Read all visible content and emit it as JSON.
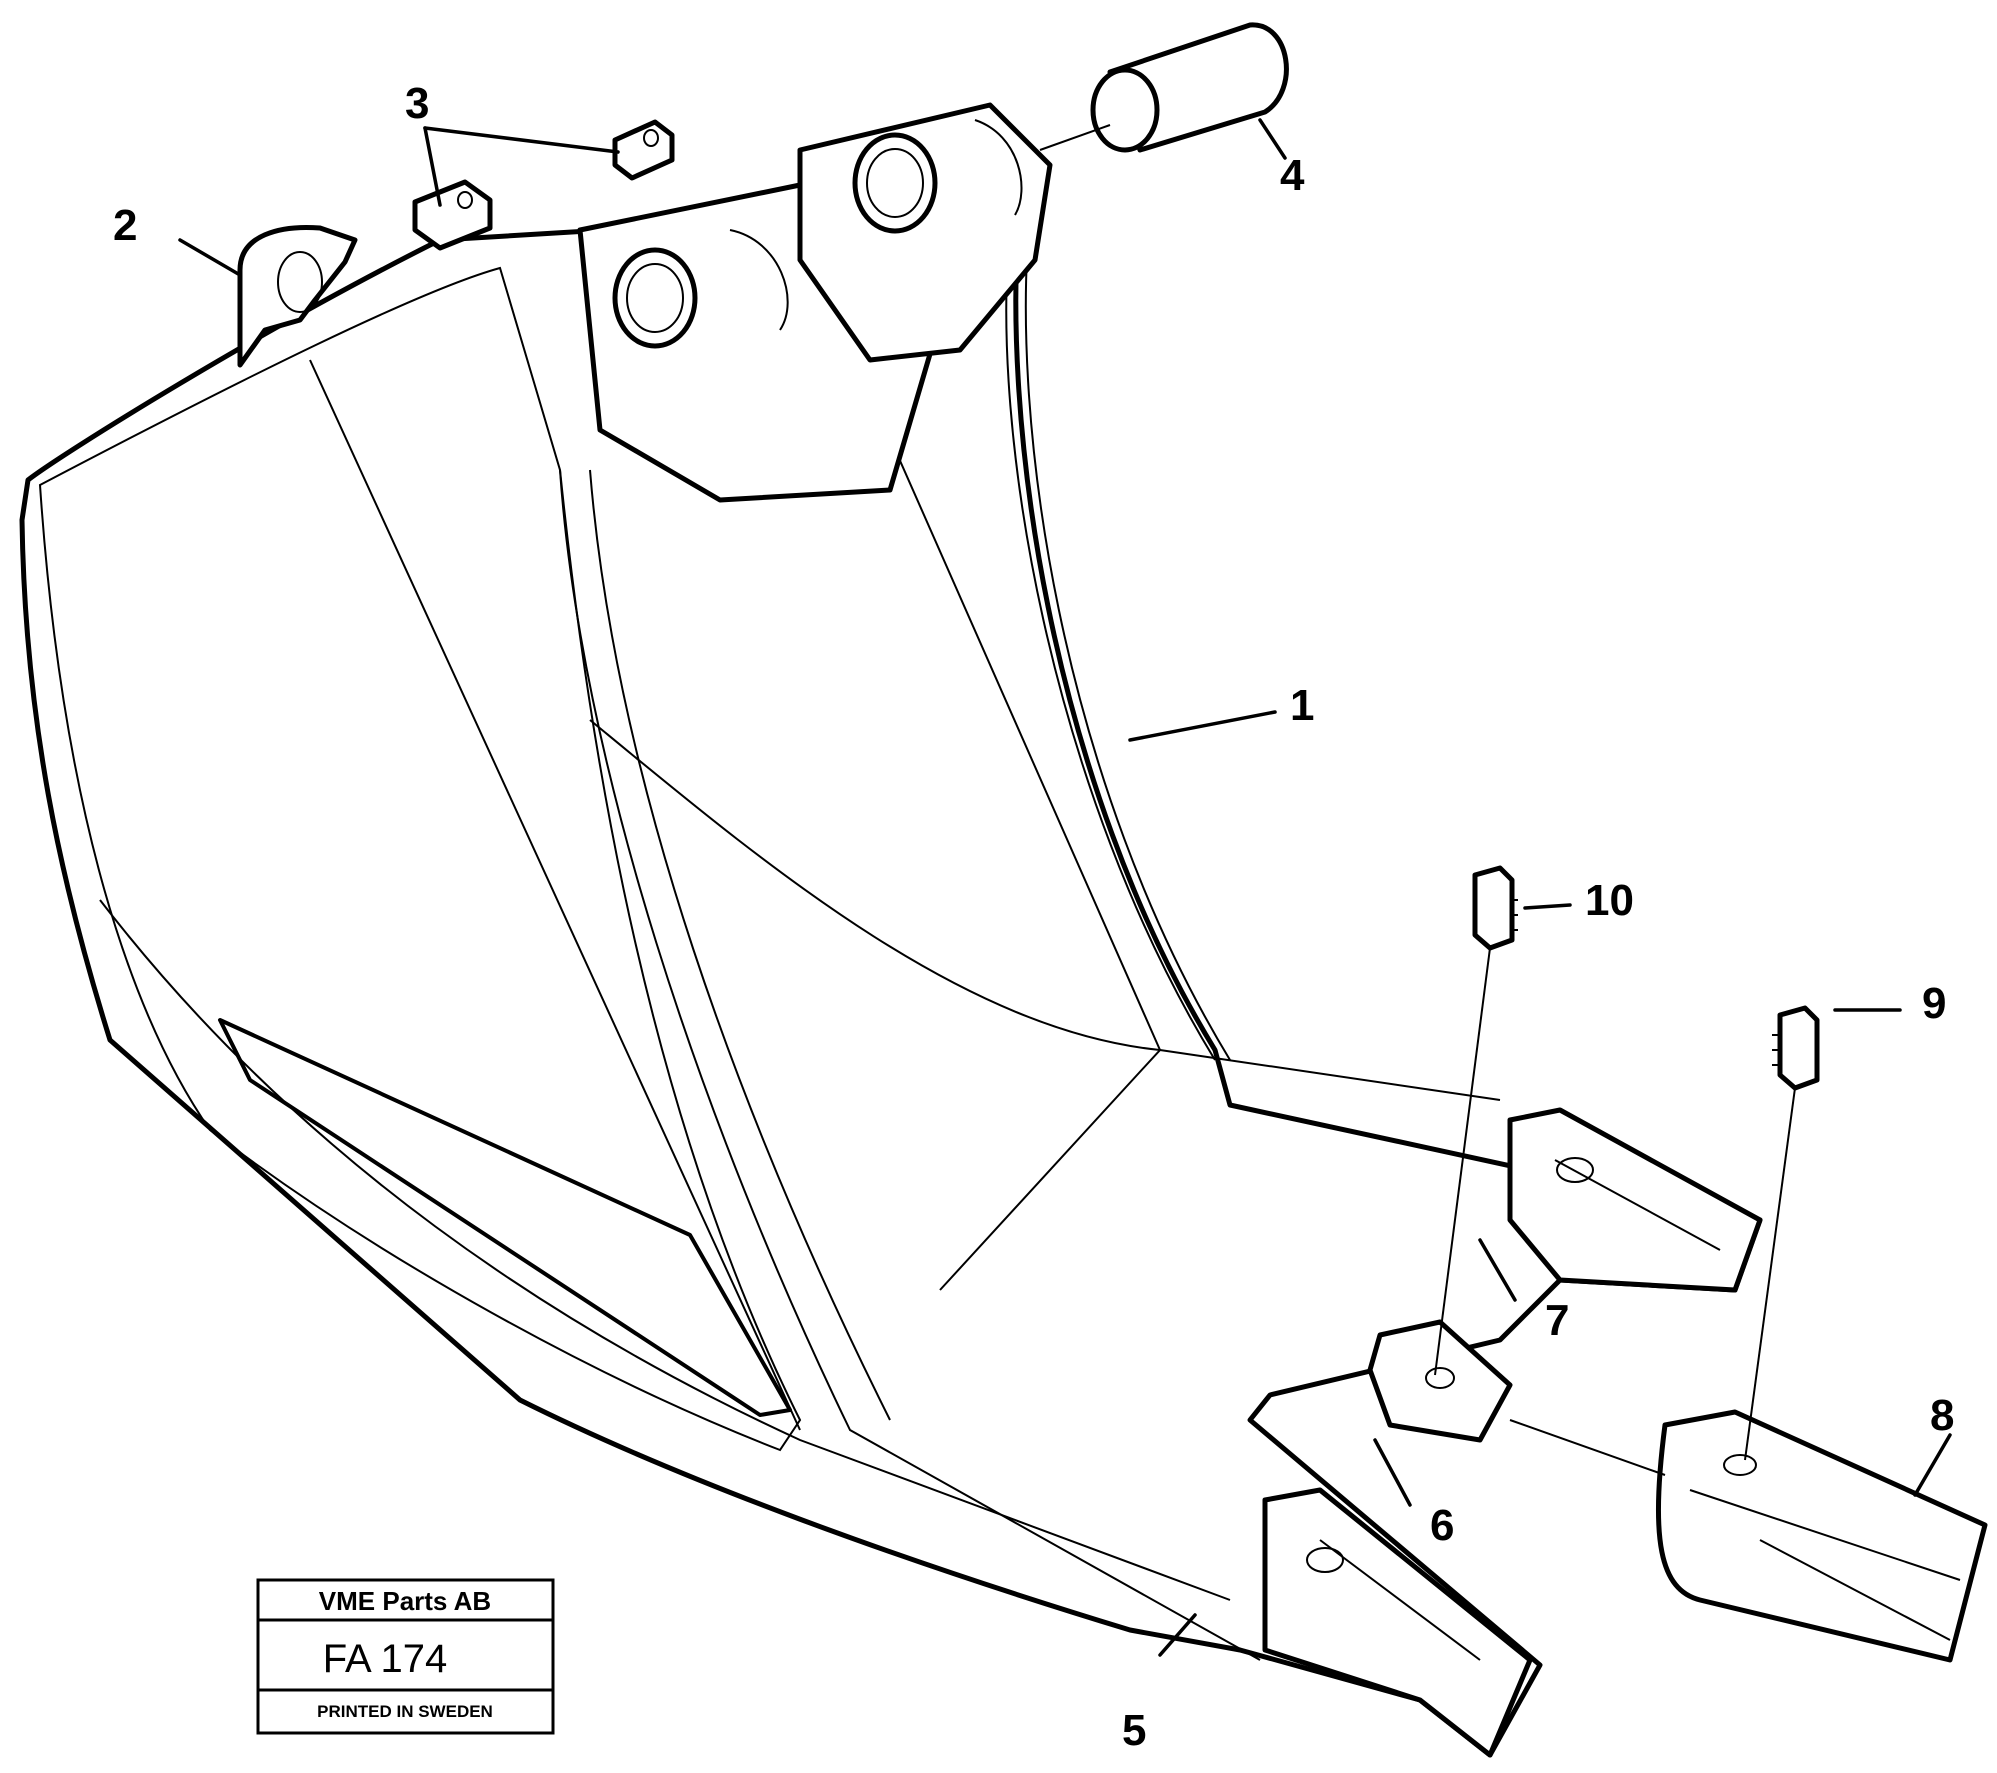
{
  "callouts": [
    {
      "id": "1",
      "label": "1"
    },
    {
      "id": "2",
      "label": "2"
    },
    {
      "id": "3",
      "label": "3"
    },
    {
      "id": "4",
      "label": "4"
    },
    {
      "id": "5",
      "label": "5"
    },
    {
      "id": "6",
      "label": "6"
    },
    {
      "id": "7",
      "label": "7"
    },
    {
      "id": "8",
      "label": "8"
    },
    {
      "id": "9",
      "label": "9"
    },
    {
      "id": "10",
      "label": "10"
    }
  ],
  "stamp": {
    "company": "VME Parts AB",
    "code": "FA 174",
    "printed": "PRINTED IN SWEDEN"
  }
}
